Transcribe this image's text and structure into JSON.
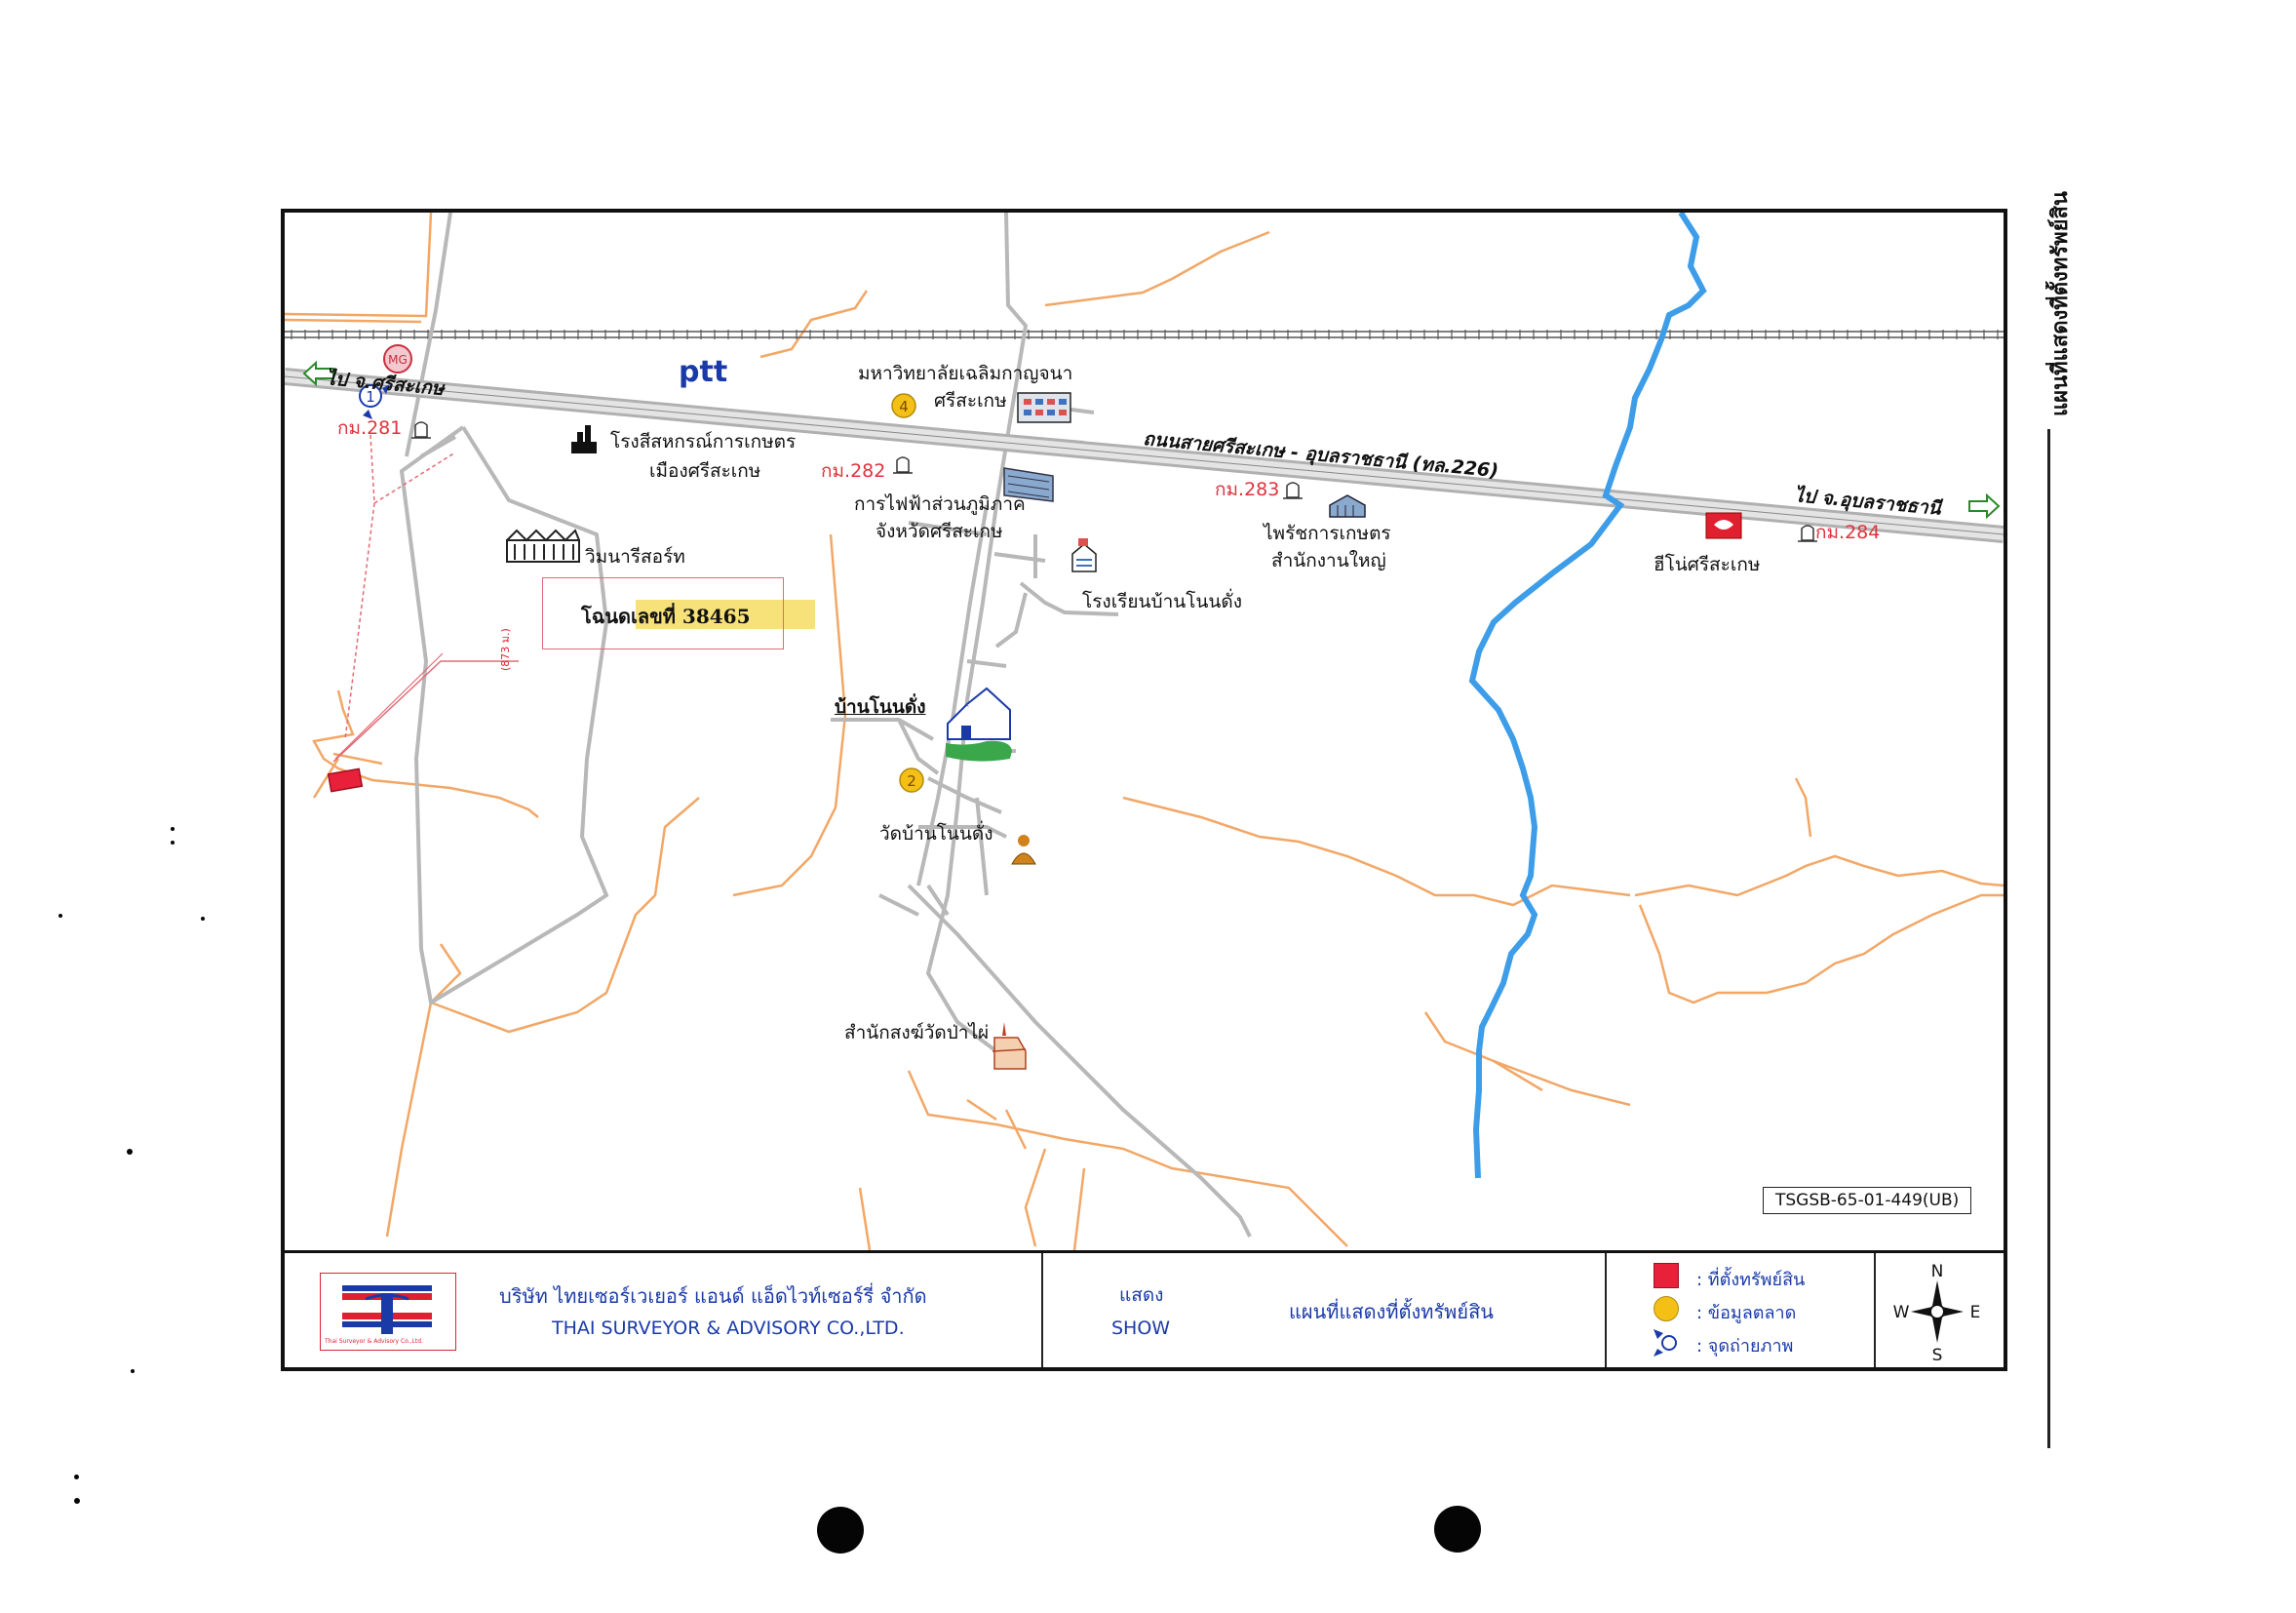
{
  "side_title": "แผนที่แสดงที่ตั้งทรัพย์สิน",
  "map": {
    "doc_code": "TSGSB-65-01-449(UB)",
    "deed_label": "โฉนดเลขที่ 38465",
    "distance_label": "(873 ม.)",
    "highway_label": "ถนนสายศรีสะเกษ - อุบลราชธานี (ทล.226)",
    "to_sisaket": "ไป จ.ศรีสะเกษ",
    "to_ubon": "ไป จ.อุบลราชธานี",
    "ptt": "ptt",
    "km281": "กม.281",
    "km282": "กม.282",
    "km283": "กม.283",
    "km284": "กม.284",
    "cooperative_1": "โรงสีสหกรณ์การเกษตร",
    "cooperative_2": "เมืองศรีสะเกษ",
    "university_1": "มหาวิทยาลัยเฉลิมกาญจนา",
    "university_2": "ศรีสะเกษ",
    "pea_1": "การไฟฟ้าส่วนภูมิภาค",
    "pea_2": "จังหวัดศรีสะเกษ",
    "phairat_1": "ไพรัชการเกษตร",
    "phairat_2": "สำนักงานใหญ่",
    "hino": "ฮีโน่ศรีสะเกษ",
    "resort": "วิมนารีสอร์ท",
    "school": "โรงเรียนบ้านโนนดั่ง",
    "village": "บ้านโนนดั่ง",
    "temple": "วัดบ้านโนนดั่ง",
    "monastery": "สำนักสงฆ์วัดป่าไผ่",
    "marker_1": "1",
    "marker_2": "2",
    "marker_4": "4"
  },
  "footer": {
    "company_th": "บริษัท ไทยเซอร์เวเยอร์ แอนด์ แอ็ดไวท์เซอร์รี่ จำกัด",
    "company_en": "THAI SURVEYOR & ADVISORY CO.,LTD.",
    "logo_caption": "Thai Surveyor & Advisory Co.,Ltd.",
    "show_th": "แสดง",
    "show_en": "SHOW",
    "description": "แผนที่แสดงที่ตั้งทรัพย์สิน",
    "legend": [
      {
        "label": ": ที่ตั้งทรัพย์สิน"
      },
      {
        "label": ": ข้อมูลตลาด"
      },
      {
        "label": ": จุดถ่ายภาพ"
      }
    ],
    "compass": {
      "n": "N",
      "s": "S",
      "e": "E",
      "w": "W"
    }
  },
  "colors": {
    "river": "#3d9de8",
    "main_road": "#b8b8b8",
    "minor_road": "#f2a766",
    "property": "#e8203a",
    "market": "#f4c015",
    "brand_blue": "#1a3aa8",
    "brand_red": "#e0323c"
  }
}
